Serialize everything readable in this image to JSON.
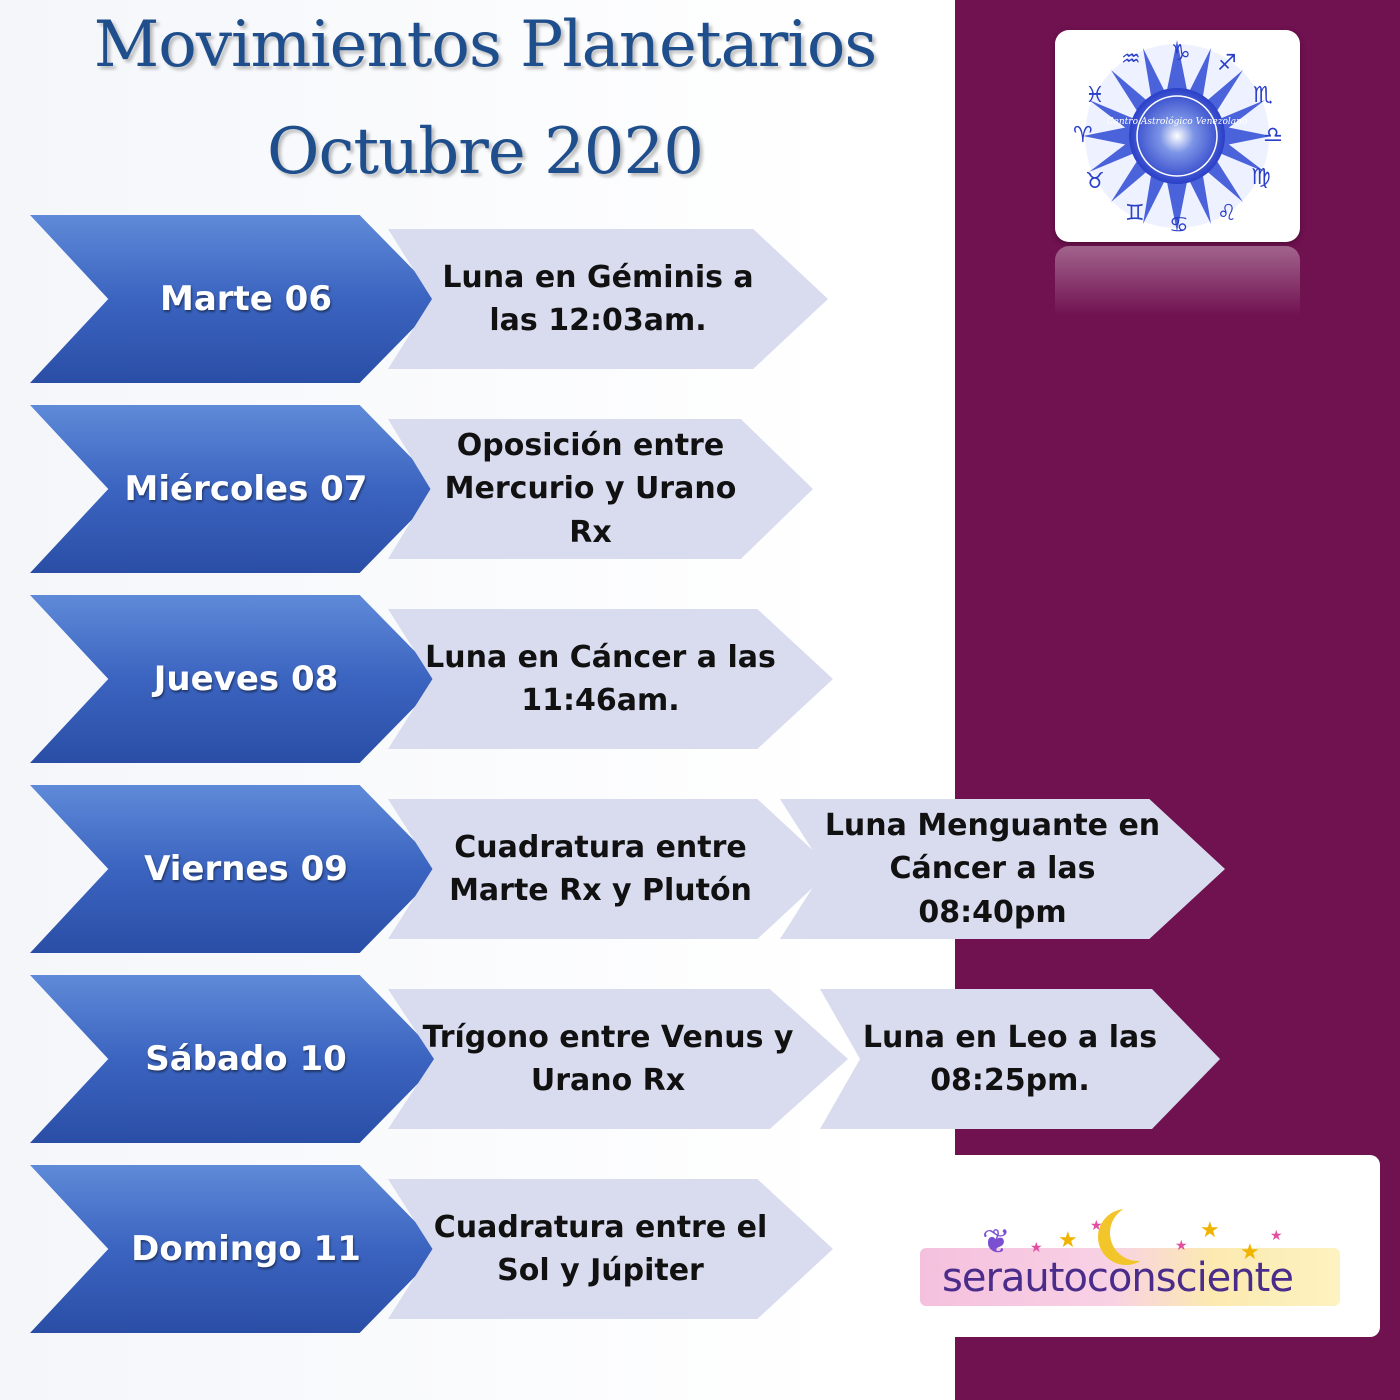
{
  "title": {
    "line1": "Movimientos Planetarios",
    "line2": "Octubre 2020"
  },
  "logo": {
    "text": "Centro Astrológico Venezolano"
  },
  "rows": [
    {
      "day": "Marte 06",
      "events": [
        "Luna en Géminis a las 12:03am."
      ]
    },
    {
      "day": "Miércoles 07",
      "events": [
        "Oposición entre Mercurio y Urano Rx"
      ]
    },
    {
      "day": "Jueves 08",
      "events": [
        "Luna en Cáncer a las 11:46am."
      ]
    },
    {
      "day": "Viernes 09",
      "events": [
        "Cuadratura entre Marte Rx y Plutón",
        "Luna Menguante en Cáncer a las 08:40pm"
      ]
    },
    {
      "day": "Sábado  10",
      "events": [
        "Trígono entre Venus y Urano Rx",
        "Luna en Leo a las 08:25pm."
      ]
    },
    {
      "day": "Domingo 11",
      "events": [
        "Cuadratura entre el Sol y Júpiter"
      ]
    }
  ],
  "brand": {
    "name": "serautoconsciente"
  },
  "colors": {
    "purple": "#701150",
    "title_blue": "#1f4e8c",
    "chevron_blue": "#3b64c0",
    "event_lavender": "#d9dcef"
  }
}
